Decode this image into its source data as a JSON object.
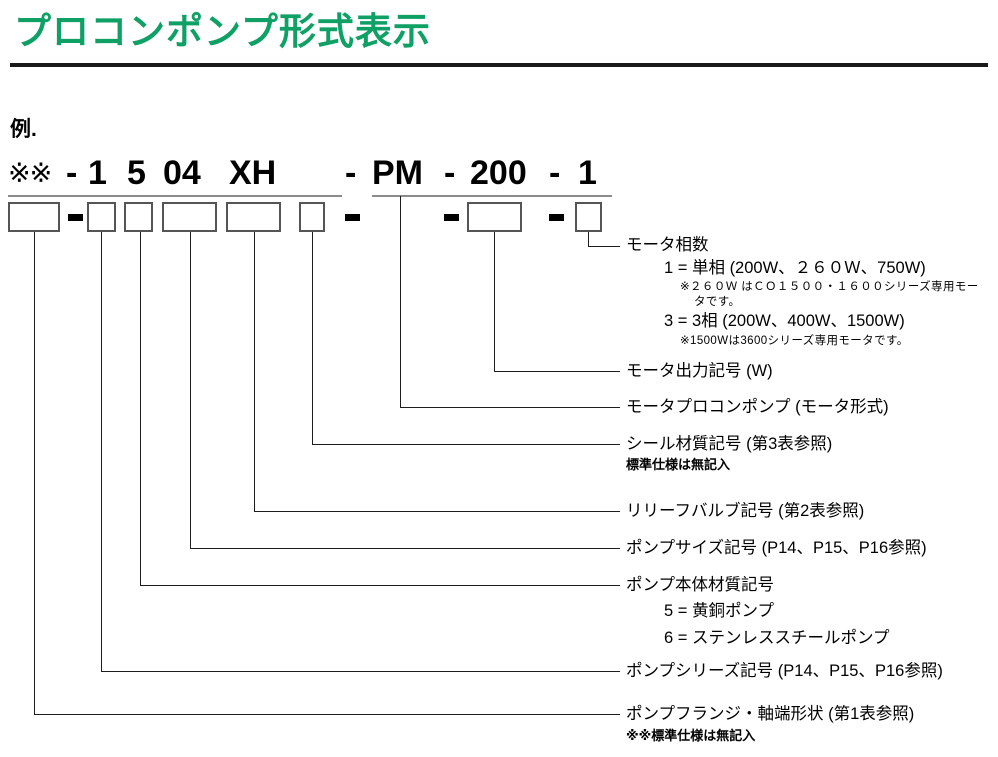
{
  "title": "プロコンポンプ形式表示",
  "accent_color": "#0fa066",
  "example_label": "例.",
  "model_code": {
    "tokens": [
      {
        "text": "※※",
        "kind": "kome"
      },
      {
        "text": "-",
        "kind": "dash"
      },
      {
        "text": "1",
        "kind": "char"
      },
      {
        "text": "5",
        "kind": "char"
      },
      {
        "text": "04",
        "kind": "char"
      },
      {
        "text": "XH",
        "kind": "char"
      },
      {
        "text": "-",
        "kind": "dash"
      },
      {
        "text": "PM",
        "kind": "char"
      },
      {
        "text": "-",
        "kind": "dash"
      },
      {
        "text": "200",
        "kind": "char"
      },
      {
        "text": "-",
        "kind": "dash"
      },
      {
        "text": "1",
        "kind": "char"
      }
    ]
  },
  "annotations": [
    {
      "id": "motor-phase",
      "label": "モータ相数",
      "items": [
        "1 = 単相 (200W、２６０Ｗ、750W)",
        "3 = 3相 (200W、400W、1500W)"
      ],
      "notes": [
        "※２６０Ｗ はＣＯ１５００・１６００シリーズ専用モー",
        "タです。",
        "※1500Wは3600シリーズ専用モータです。"
      ]
    },
    {
      "id": "motor-output",
      "label": "モータ出力記号 (W)",
      "items": [],
      "notes": []
    },
    {
      "id": "motor-procon-pump",
      "label": "モータプロコンポンプ (モータ形式)",
      "items": [],
      "notes": []
    },
    {
      "id": "seal-material",
      "label": "シール材質記号 (第3表参照)",
      "items": [],
      "notes": [
        "標準仕様は無記入"
      ]
    },
    {
      "id": "relief-valve",
      "label": "リリーフバルブ記号 (第2表参照)",
      "items": [],
      "notes": []
    },
    {
      "id": "pump-size",
      "label": "ポンプサイズ記号 (P14、P15、P16参照)",
      "items": [],
      "notes": []
    },
    {
      "id": "pump-body-material",
      "label": "ポンプ本体材質記号",
      "items": [
        "5 = 黄銅ポンプ",
        "6 = ステンレススチールポンプ"
      ],
      "notes": []
    },
    {
      "id": "pump-series",
      "label": "ポンプシリーズ記号 (P14、P15、P16参照)",
      "items": [],
      "notes": []
    },
    {
      "id": "pump-flange-shaft",
      "label": "ポンプフランジ・軸端形状 (第1表参照)",
      "items": [],
      "notes": [
        "※※標準仕様は無記入"
      ]
    }
  ]
}
